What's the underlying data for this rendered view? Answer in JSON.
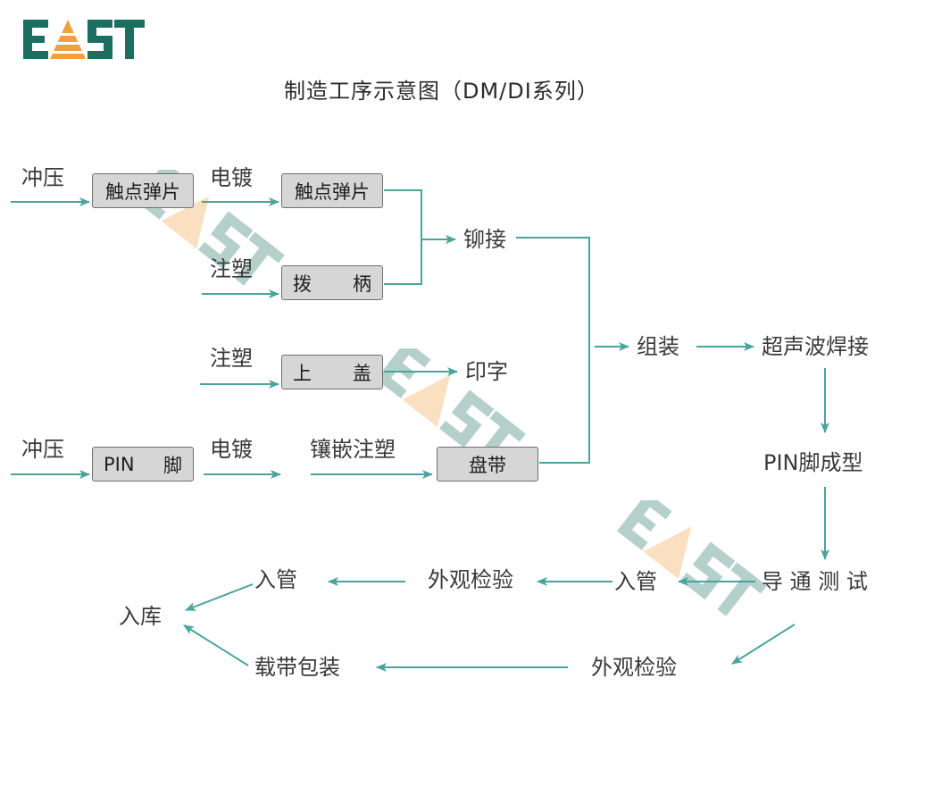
{
  "logo": {
    "text": "EAST",
    "brand_color": "#1c6f60",
    "accent_color": "#f0a040"
  },
  "title": "制造工序示意图（DM/DI系列）",
  "colors": {
    "arrow": "#4aa39d",
    "box_fill": "#d6d6d6",
    "box_border": "#6f6f6f",
    "text": "#3a3a3a"
  },
  "flow": {
    "labels": {
      "stamping_1": "冲压",
      "plating_1": "电镀",
      "molding_1": "注塑",
      "riveting": "铆接",
      "molding_2": "注塑",
      "printing": "印字",
      "assembly": "组装",
      "ultrasonic_welding": "超声波焊接",
      "stamping_2": "冲压",
      "plating_2": "电镀",
      "insert_molding": "镶嵌注塑",
      "pin_forming": "PIN脚成型",
      "conduction_test": "导 通 测 试",
      "tube_in_1": "入管",
      "visual_inspection_1": "外观检验",
      "tube_in_2": "入管",
      "warehouse": "入库",
      "visual_inspection_2": "外观检验",
      "tape_packaging": "载带包装"
    },
    "boxes": {
      "contact_spring_1": "触点弹片",
      "contact_spring_2": "触点弹片",
      "lever": [
        "拨",
        "柄"
      ],
      "top_cover": [
        "上",
        "盖"
      ],
      "pin": [
        "PIN",
        "脚"
      ],
      "plate": "盘带"
    }
  }
}
